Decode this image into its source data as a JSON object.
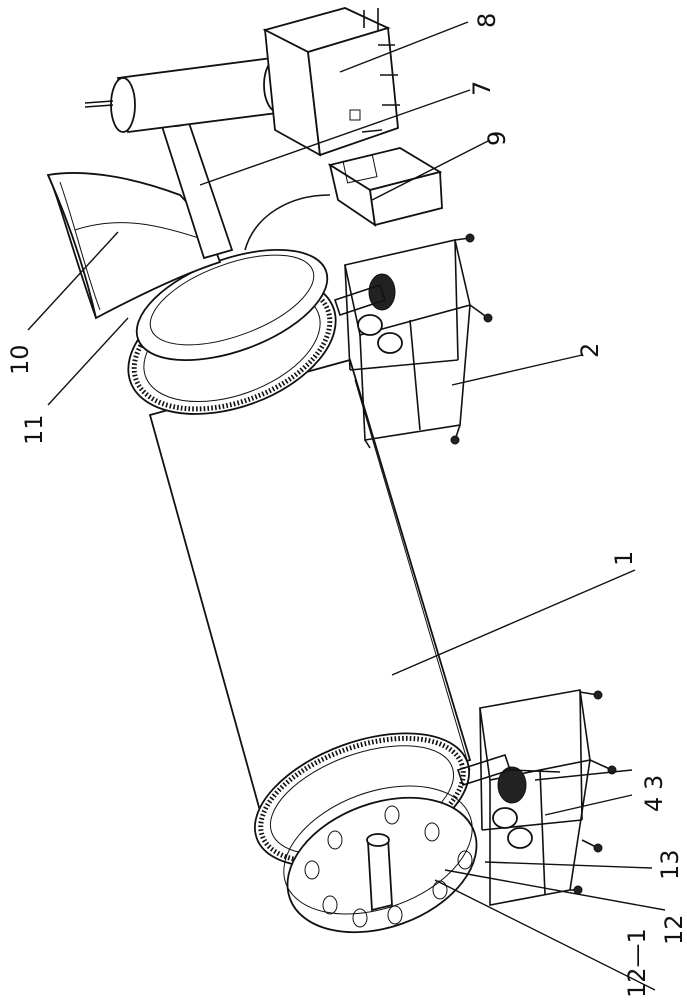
{
  "labels": {
    "l1": "1",
    "l2": "2",
    "l3": "3",
    "l4": "4",
    "l7": "7",
    "l8": "8",
    "l9": "9",
    "l10": "10",
    "l11": "11",
    "l12": "12",
    "l12_1": "12—1",
    "l13": "13"
  }
}
